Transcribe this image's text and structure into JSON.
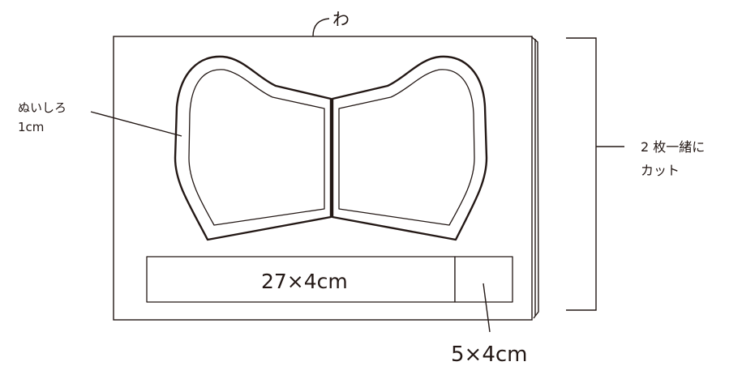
{
  "labels": {
    "fold": "わ",
    "seam_allowance_line1": "ぬいしろ",
    "seam_allowance_line2": "1cm",
    "cut_line1": "2 枚一緒に",
    "cut_line2": "カット",
    "strap_size": "27×4cm",
    "small_piece_size": "5×4cm"
  },
  "colors": {
    "line": "#231815",
    "background": "#ffffff"
  }
}
